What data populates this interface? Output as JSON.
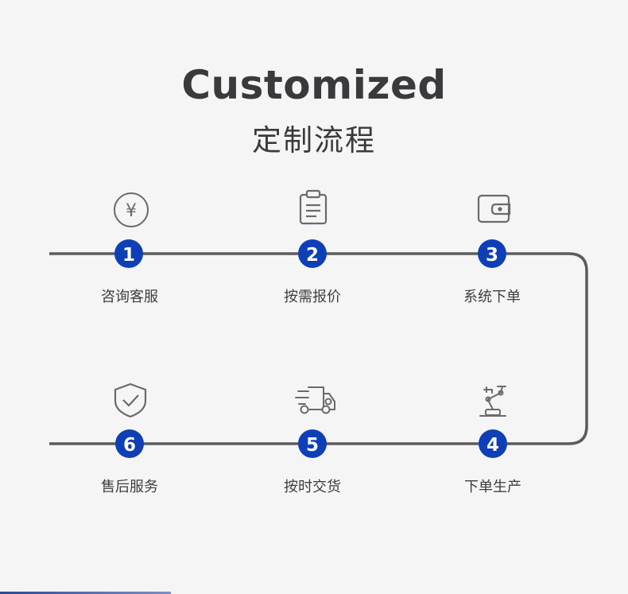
{
  "header": {
    "title": "Customized",
    "subtitle": "定制流程"
  },
  "steps": [
    {
      "number": "1",
      "label": "咨询客服",
      "icon": "yen-coin-icon"
    },
    {
      "number": "2",
      "label": "按需报价",
      "icon": "clipboard-icon"
    },
    {
      "number": "3",
      "label": "系统下单",
      "icon": "wallet-icon"
    },
    {
      "number": "4",
      "label": "下单生产",
      "icon": "robot-arm-icon"
    },
    {
      "number": "5",
      "label": "按时交货",
      "icon": "delivery-truck-icon"
    },
    {
      "number": "6",
      "label": "售后服务",
      "icon": "shield-check-icon"
    }
  ],
  "icons": {
    "yen_glyph": "¥"
  },
  "colors": {
    "background": "#f6f5f6",
    "accent": "#0e3fb4",
    "line": "#5b5b5e",
    "icon": "#6a6a6a",
    "text": "#3a3a3c"
  }
}
